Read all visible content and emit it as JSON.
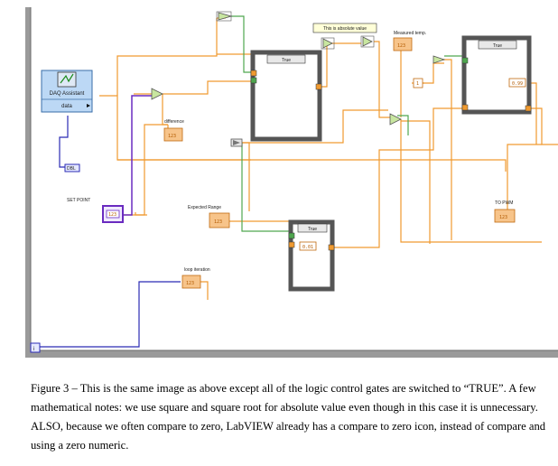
{
  "diagram": {
    "daq_title": "DAQ Assistant",
    "daq_port": "data",
    "set_point_label": "SET POINT",
    "difference_label": "difference",
    "expected_range_label": "Expected Range",
    "loop_iteration_label": "loop iteration",
    "absolute_value_label": "This is absolute value",
    "measured_temp_label": "Measured temp.",
    "to_pwm_label": "TO PWM",
    "case_selector_1": "True",
    "case_selector_2": "True",
    "case_selector_3": "True",
    "constant_one": "1",
    "constant_001": "0.01",
    "constant_099": "0.99",
    "indicator_text": "123",
    "loop_index_glyph": "i"
  },
  "caption": {
    "text": "Figure 3 – This is the same image as above except all of the logic control gates are switched to “TRUE”.  A few mathematical notes:  we use square and square root for absolute value even though in this case it is unnecessary.  ALSO, because we often compare to zero, LabVIEW already has a compare to zero icon, instead of compare and using a zero numeric."
  },
  "colors": {
    "wire_orange": "#f09a30",
    "wire_green": "#4fa64f",
    "wire_blue": "#2b2bb5",
    "wire_purple": "#6a2bc0",
    "frame_gray": "#555555",
    "node_green": "#c8e6a0",
    "indicator_orange": "#f7c48a"
  }
}
